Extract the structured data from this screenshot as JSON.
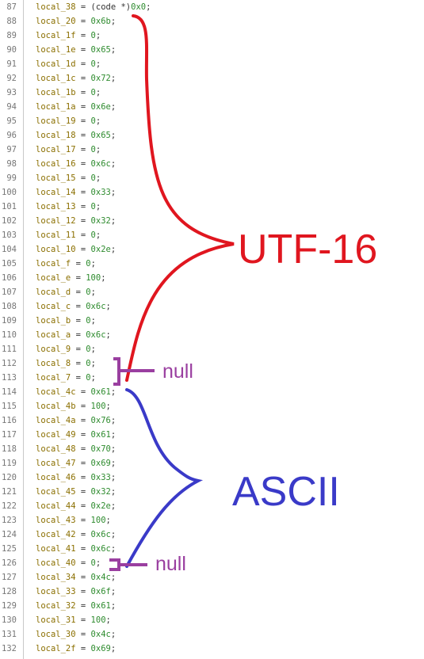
{
  "code_lines": [
    {
      "num": "87",
      "var": "local_38",
      "val": "0x0",
      "cast": "(code *)"
    },
    {
      "num": "88",
      "var": "local_20",
      "val": "0x6b"
    },
    {
      "num": "89",
      "var": "local_1f",
      "val": "0"
    },
    {
      "num": "90",
      "var": "local_1e",
      "val": "0x65"
    },
    {
      "num": "91",
      "var": "local_1d",
      "val": "0"
    },
    {
      "num": "92",
      "var": "local_1c",
      "val": "0x72"
    },
    {
      "num": "93",
      "var": "local_1b",
      "val": "0"
    },
    {
      "num": "94",
      "var": "local_1a",
      "val": "0x6e"
    },
    {
      "num": "95",
      "var": "local_19",
      "val": "0"
    },
    {
      "num": "96",
      "var": "local_18",
      "val": "0x65"
    },
    {
      "num": "97",
      "var": "local_17",
      "val": "0"
    },
    {
      "num": "98",
      "var": "local_16",
      "val": "0x6c"
    },
    {
      "num": "99",
      "var": "local_15",
      "val": "0"
    },
    {
      "num": "100",
      "var": "local_14",
      "val": "0x33"
    },
    {
      "num": "101",
      "var": "local_13",
      "val": "0"
    },
    {
      "num": "102",
      "var": "local_12",
      "val": "0x32"
    },
    {
      "num": "103",
      "var": "local_11",
      "val": "0"
    },
    {
      "num": "104",
      "var": "local_10",
      "val": "0x2e"
    },
    {
      "num": "105",
      "var": "local_f",
      "val": "0"
    },
    {
      "num": "106",
      "var": "local_e",
      "val": "100"
    },
    {
      "num": "107",
      "var": "local_d",
      "val": "0"
    },
    {
      "num": "108",
      "var": "local_c",
      "val": "0x6c"
    },
    {
      "num": "109",
      "var": "local_b",
      "val": "0"
    },
    {
      "num": "110",
      "var": "local_a",
      "val": "0x6c"
    },
    {
      "num": "111",
      "var": "local_9",
      "val": "0"
    },
    {
      "num": "112",
      "var": "local_8",
      "val": "0"
    },
    {
      "num": "113",
      "var": "local_7",
      "val": "0"
    },
    {
      "num": "114",
      "var": "local_4c",
      "val": "0x61"
    },
    {
      "num": "115",
      "var": "local_4b",
      "val": "100"
    },
    {
      "num": "116",
      "var": "local_4a",
      "val": "0x76"
    },
    {
      "num": "117",
      "var": "local_49",
      "val": "0x61"
    },
    {
      "num": "118",
      "var": "local_48",
      "val": "0x70"
    },
    {
      "num": "119",
      "var": "local_47",
      "val": "0x69"
    },
    {
      "num": "120",
      "var": "local_46",
      "val": "0x33"
    },
    {
      "num": "121",
      "var": "local_45",
      "val": "0x32"
    },
    {
      "num": "122",
      "var": "local_44",
      "val": "0x2e"
    },
    {
      "num": "123",
      "var": "local_43",
      "val": "100"
    },
    {
      "num": "124",
      "var": "local_42",
      "val": "0x6c"
    },
    {
      "num": "125",
      "var": "local_41",
      "val": "0x6c"
    },
    {
      "num": "126",
      "var": "local_40",
      "val": "0"
    },
    {
      "num": "127",
      "var": "local_34",
      "val": "0x4c"
    },
    {
      "num": "128",
      "var": "local_33",
      "val": "0x6f"
    },
    {
      "num": "129",
      "var": "local_32",
      "val": "0x61"
    },
    {
      "num": "130",
      "var": "local_31",
      "val": "100"
    },
    {
      "num": "131",
      "var": "local_30",
      "val": "0x4c"
    },
    {
      "num": "132",
      "var": "local_2f",
      "val": "0x69"
    }
  ],
  "annotations": {
    "utf16_label": "UTF-16",
    "ascii_label": "ASCII",
    "null_label_1": "null",
    "null_label_2": "null"
  },
  "colors": {
    "utf16": "#e0161f",
    "ascii": "#3a3ac8",
    "null": "#9a3fa0"
  }
}
